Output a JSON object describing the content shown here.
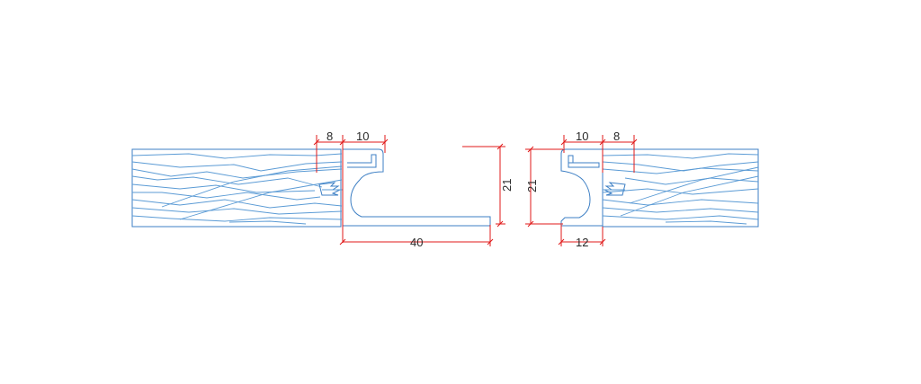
{
  "drawing": {
    "colors": {
      "profile_line": "#3d7fc4",
      "wood_grain": "#5b9bd5",
      "dimension_line": "#e01818",
      "dimension_text": "#2a2a2a",
      "background": "#ffffff"
    },
    "left_profile": {
      "dim_top_a": "8",
      "dim_top_b": "10",
      "dim_height": "21",
      "dim_length": "40"
    },
    "right_profile": {
      "dim_top_a": "10",
      "dim_top_b": "8",
      "dim_height": "21",
      "dim_bottom": "12"
    }
  }
}
